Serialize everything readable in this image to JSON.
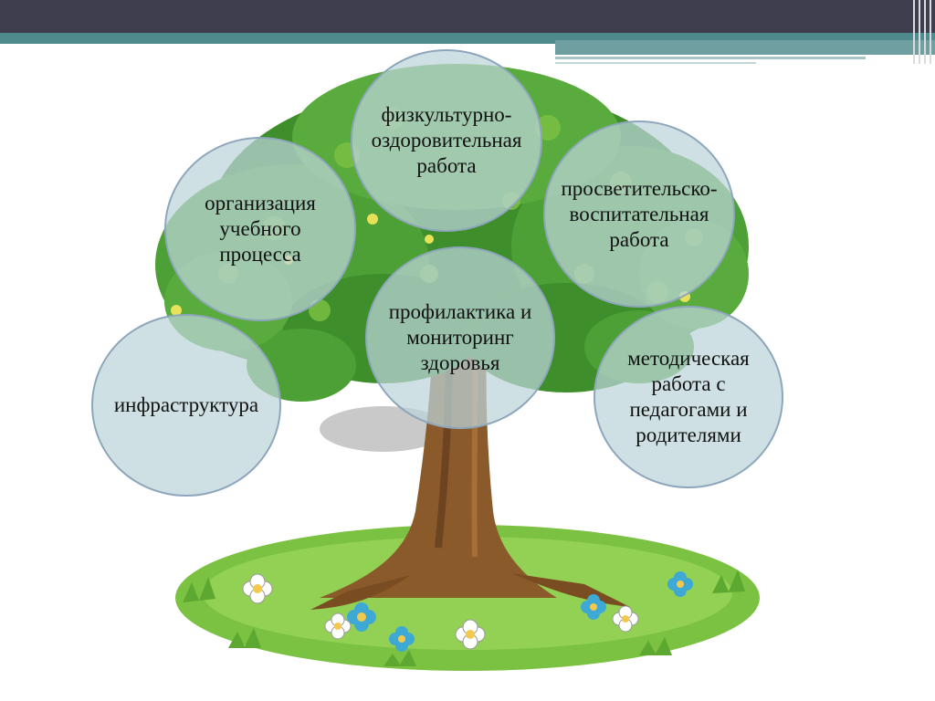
{
  "slide": {
    "circles": [
      {
        "id": "sport",
        "label": "физкультурно-\nоздоровительная\nработа"
      },
      {
        "id": "education",
        "label": "организация\nучебного\nпроцесса"
      },
      {
        "id": "upbringing",
        "label": "просветительско-\nвоспитательная\nработа"
      },
      {
        "id": "prevention",
        "label": "профилактика и\nмониторинг\nздоровья"
      },
      {
        "id": "infrastructure",
        "label": "инфраструктура"
      },
      {
        "id": "methodical",
        "label": "методическая\nработа с\nпедагогами и\nродителями"
      }
    ]
  },
  "colors": {
    "header": "#3f3e4e",
    "accent": "#4f8a8d",
    "circle_fill": "#bcd4da",
    "circle_border": "#8da6bb",
    "foliage": "#3e8f2b",
    "trunk": "#8b5a2b",
    "grass": "#7cc242"
  }
}
